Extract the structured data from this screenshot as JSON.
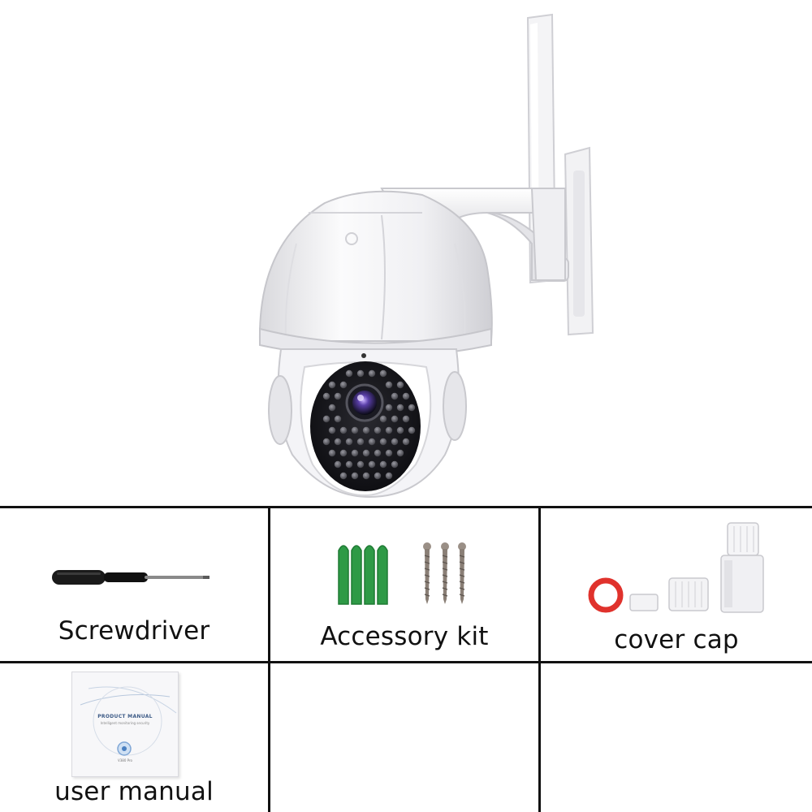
{
  "product": {
    "icon": "ptz-dome-camera-icon"
  },
  "items": [
    {
      "label": "Screwdriver",
      "icon": "screwdriver-icon"
    },
    {
      "label": "Accessory kit",
      "icon": "accessory-kit-icon"
    },
    {
      "label": "cover cap",
      "icon": "cover-cap-icon"
    },
    {
      "label": "user manual",
      "icon": "user-manual-icon"
    }
  ],
  "manual": {
    "title": "PRODUCT MANUAL",
    "subtitle": "Intelligent monitoring security",
    "app_name": "V380 Pro"
  },
  "colors": {
    "border": "#111111",
    "anchor_green": "#2e9a46",
    "ring_red": "#e0322c",
    "camera_white": "#f3f3f5"
  }
}
